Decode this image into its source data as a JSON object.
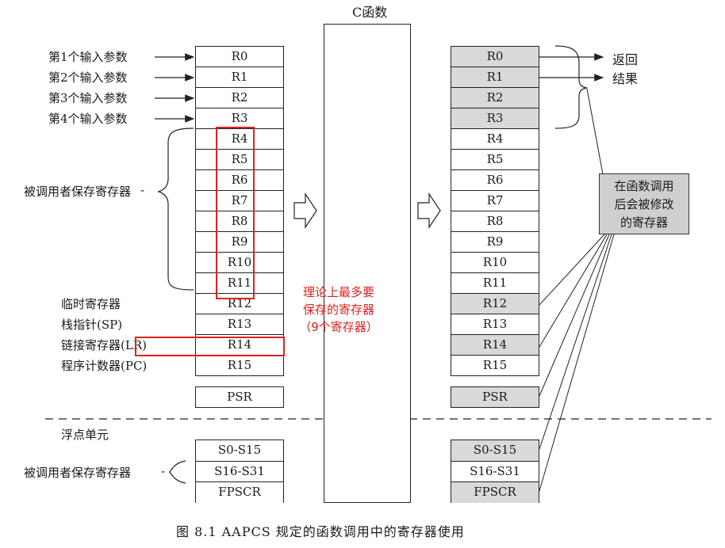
{
  "title": "C函数",
  "input_params": [
    "第1个输入参数",
    "第2个输入参数",
    "第3个输入参数",
    "第4个输入参数"
  ],
  "callee_saved_label": "被调用者保存寄存器",
  "special_labels": [
    "临时寄存器",
    "栈指针(SP)",
    "链接寄存器(LR)",
    "程序计数器(PC)"
  ],
  "registers": [
    "R0",
    "R1",
    "R2",
    "R3",
    "R4",
    "R5",
    "R6",
    "R7",
    "R8",
    "R9",
    "R10",
    "R11",
    "R12",
    "R13",
    "R14",
    "R15"
  ],
  "psr": "PSR",
  "fpu_label": "浮点单元",
  "fpu_callee_saved_label": "被调用者保存寄存器",
  "fpu_registers": [
    "S0-S15",
    "S16-S31",
    "FPSCR"
  ],
  "return_result": [
    "返回",
    "结果"
  ],
  "modified_note": [
    "在函数调用",
    "后会被修改",
    "的寄存器"
  ],
  "annotation": [
    "理论上最多要",
    "保存的寄存器",
    "（9个寄存器）"
  ],
  "caption": "图 8.1   AAPCS 规定的函数调用中的寄存器使用",
  "shaded_right_registers": [
    "R0",
    "R1",
    "R2",
    "R3",
    "R12",
    "R14",
    "PSR",
    "S0-S15",
    "FPSCR"
  ]
}
